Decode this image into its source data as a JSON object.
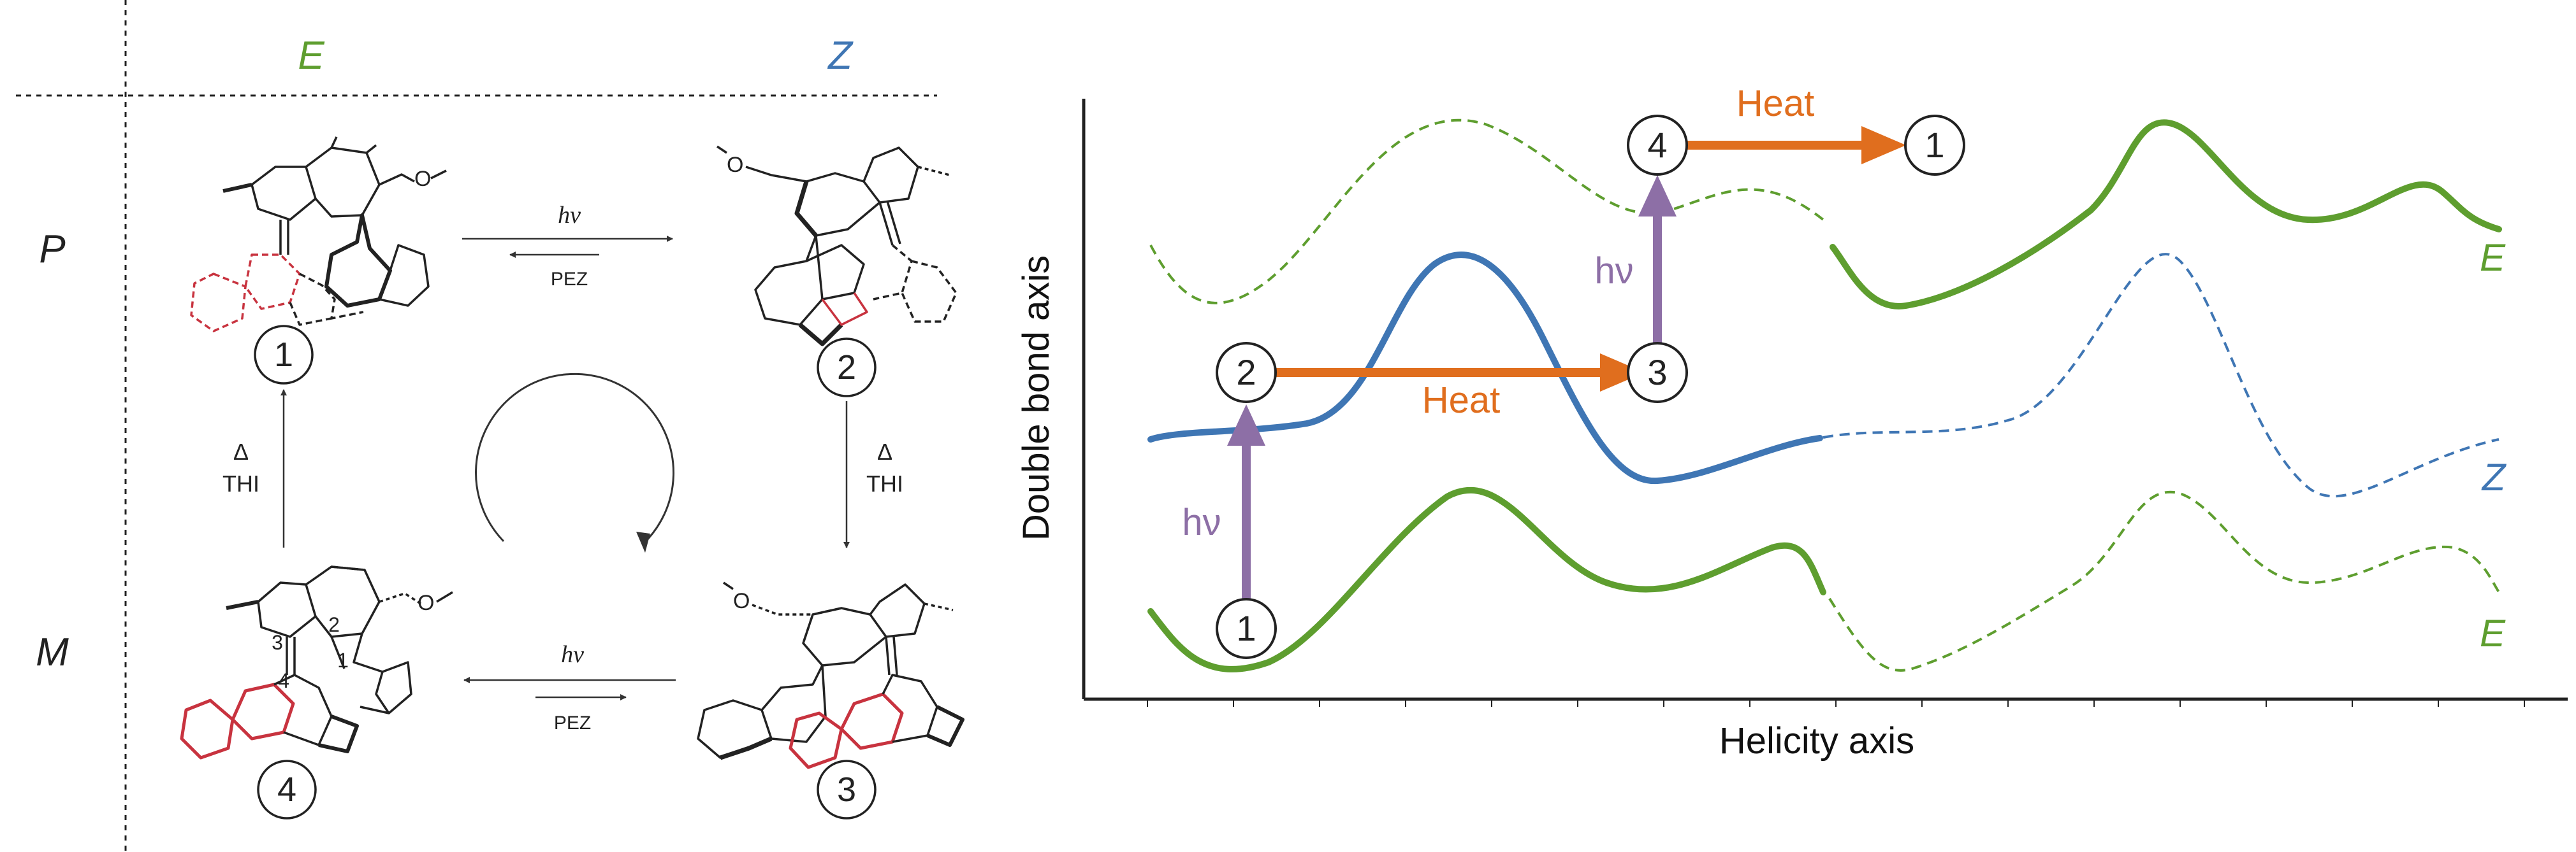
{
  "scheme": {
    "col_e": "E",
    "col_z": "Z",
    "row_p": "P",
    "row_m": "M",
    "state1": "1",
    "state2": "2",
    "state3": "3",
    "state4": "4",
    "hv_top": "hν",
    "pez_top": "PEZ",
    "hv_bottom": "hν",
    "pez_bottom": "PEZ",
    "delta_left": "Δ",
    "thi_left": "THI",
    "delta_right": "Δ",
    "thi_right": "THI",
    "atom_3": "3",
    "atom_2": "2",
    "atom_4": "4",
    "atom_1": "1"
  },
  "energy": {
    "ylabel": "Double bond axis",
    "xlabel": "Helicity axis",
    "curve_e_top": "E",
    "curve_z": "Z",
    "curve_e_bottom": "E",
    "node1_start": "1",
    "node2": "2",
    "node3": "3",
    "node4": "4",
    "node1_end": "1",
    "hv_left": "hν",
    "hv_right": "hν",
    "heat_mid": "Heat",
    "heat_top": "Heat"
  },
  "colors": {
    "green": "#5e9e2f",
    "blue": "#3f76b4",
    "orange": "#e06e1e",
    "purple": "#8d6fa6",
    "red": "#c8333f"
  }
}
